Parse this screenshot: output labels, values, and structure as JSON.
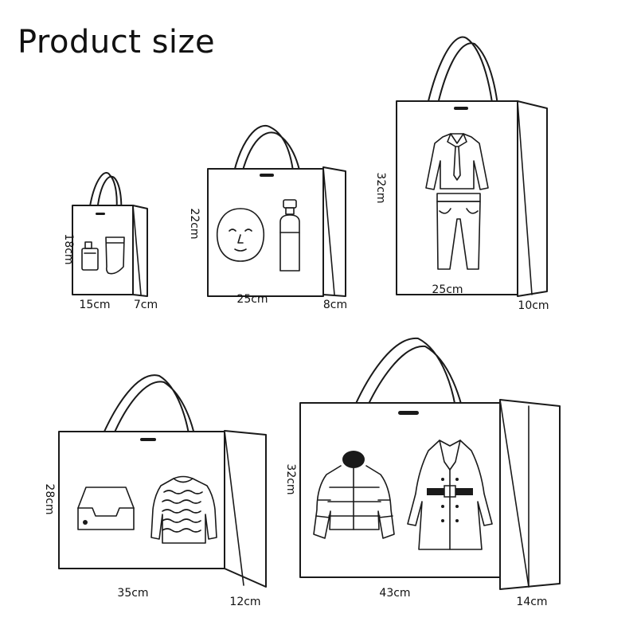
{
  "title": "Product size",
  "bags": [
    {
      "id": "bag1",
      "height": "18cm",
      "width": "15cm",
      "depth": "7cm",
      "icons": [
        "perfume-bottle-icon",
        "cream-tube-icon"
      ]
    },
    {
      "id": "bag2",
      "height": "22cm",
      "width": "25cm",
      "depth": "8cm",
      "icons": [
        "face-mask-icon",
        "cosmetic-bottle-icon"
      ]
    },
    {
      "id": "bag3",
      "height": "32cm",
      "width": "25cm",
      "depth": "10cm",
      "icons": [
        "shirt-and-tie-icon",
        "trousers-icon"
      ]
    },
    {
      "id": "bag4",
      "height": "28cm",
      "width": "35cm",
      "depth": "12cm",
      "icons": [
        "tray-box-icon",
        "knit-sweater-icon"
      ]
    },
    {
      "id": "bag5",
      "height": "32cm",
      "width": "43cm",
      "depth": "14cm",
      "icons": [
        "puffer-jacket-icon",
        "trench-coat-icon"
      ]
    }
  ]
}
